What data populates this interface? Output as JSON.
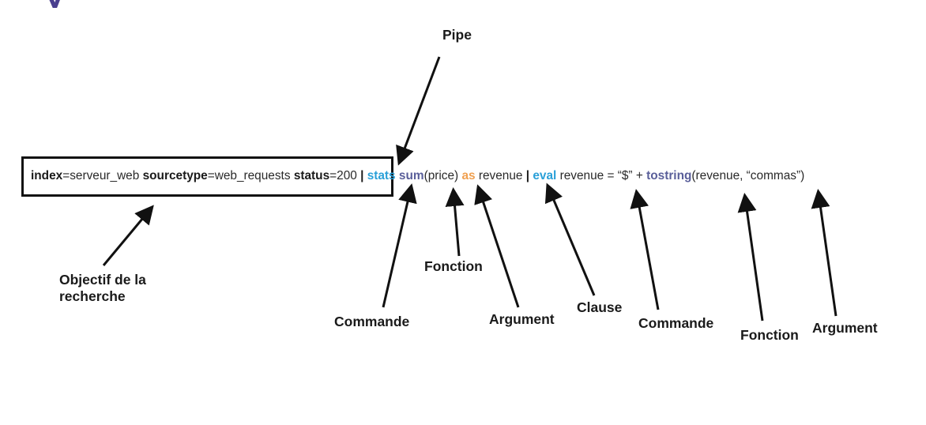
{
  "corner_glyph": "y",
  "query": {
    "index_kw": "index",
    "index_val": "=serveur_web ",
    "sourcetype_kw": "sourcetype",
    "sourcetype_val": "=web_requests ",
    "status_kw": "status",
    "status_val": "=200",
    "pipe1": " | ",
    "stats": "stats",
    "sum": "sum",
    "sum_args": "(price) ",
    "as": "as",
    "as_target": " revenue ",
    "pipe2": "| ",
    "eval": "eval",
    "eval_expr": " revenue = “$” + ",
    "tostring": "tostring",
    "tostring_args": "(revenue, “commas”)"
  },
  "labels": {
    "pipe": "Pipe",
    "objectif": "Objectif de la recherche",
    "commande1": "Commande",
    "fonction1": "Fonction",
    "argument1": "Argument",
    "clause": "Clause",
    "commande2": "Commande",
    "fonction2": "Fonction",
    "argument2": "Argument"
  },
  "colors": {
    "command": "#2aa0d8",
    "function": "#5a5f9a",
    "clause": "#f0a050",
    "text": "#1a1a1a"
  }
}
